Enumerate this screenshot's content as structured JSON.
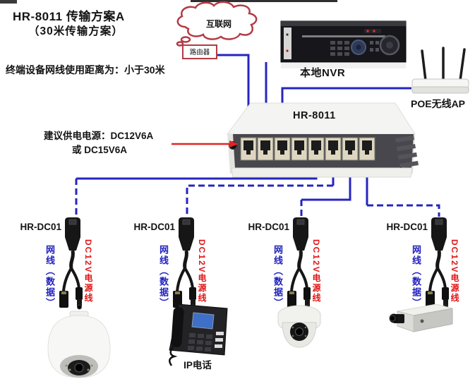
{
  "header": {
    "title": "HR-8011 传输方案A",
    "subtitle": "（30米传输方案）",
    "cable_note": "终端设备网线使用距离为：小于30米"
  },
  "power_note": {
    "line1": "建议供电电源：DC12V6A",
    "line2": "或 DC15V6A"
  },
  "nodes": {
    "internet": "互联网",
    "router": "路由器",
    "nvr": "本地NVR",
    "wireless_ap": "POE无线AP",
    "switch": "HR-8011",
    "ip_phone": "IP电话"
  },
  "splitters": [
    {
      "model": "HR-DC01",
      "data_cable": "网线（数据）",
      "power_cable": "DC12V电源线"
    },
    {
      "model": "HR-DC01",
      "data_cable": "网线（数据）",
      "power_cable": "DC12V电源线"
    },
    {
      "model": "HR-DC01",
      "data_cable": "网线（数据）",
      "power_cable": "DC12V电源线"
    },
    {
      "model": "HR-DC01",
      "data_cable": "网线（数据）",
      "power_cable": "DC12V电源线"
    }
  ],
  "colors": {
    "cable_blue": "#2525c0",
    "accent_red": "#e02424",
    "cloud_outline": "#b23b44",
    "label_blue": "#2020bd",
    "label_red": "#e01616"
  }
}
